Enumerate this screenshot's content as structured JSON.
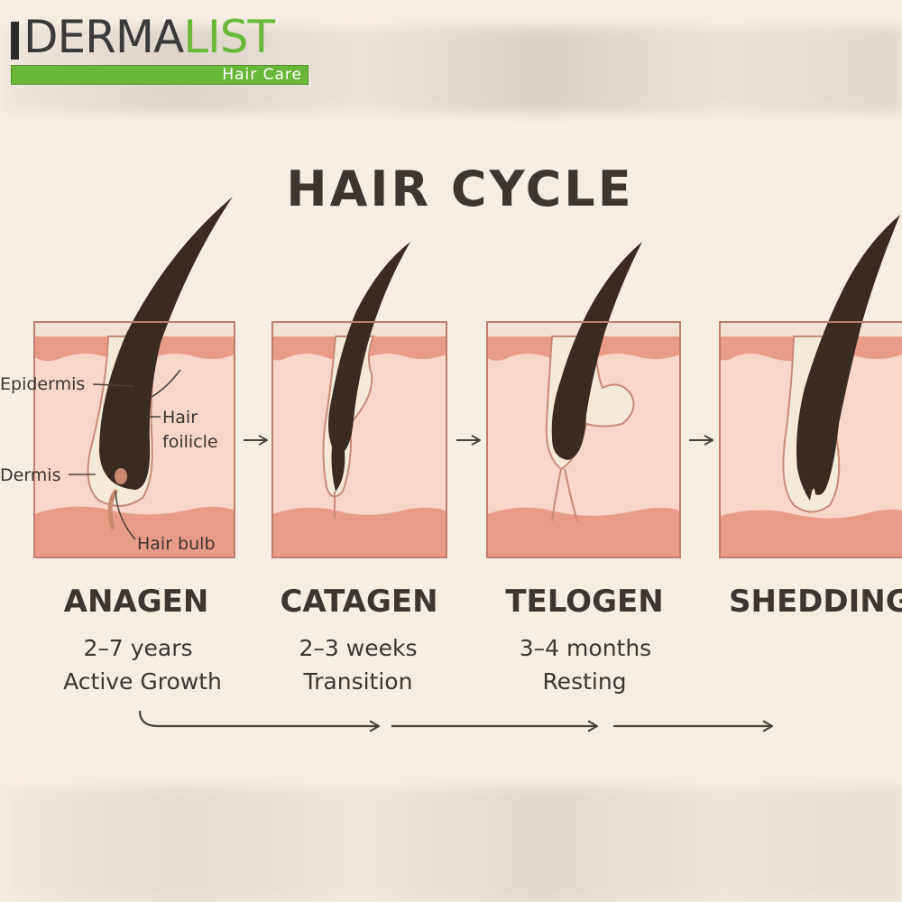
{
  "brand": {
    "logo_main": "DERMA",
    "logo_accent": "LIST",
    "logo_sub": "Hair Care"
  },
  "diagram": {
    "title": "HAIR CYCLE",
    "labels": {
      "epidermis": "Epidermis",
      "hair_follicle_line1": "Hair",
      "hair_follicle_line2": "foilicle",
      "dermis": "Dermis",
      "hair_bulb": "Hair bulb"
    },
    "stages": [
      {
        "name": "ANAGEN",
        "duration": "2–7 years",
        "description": "Active Growth"
      },
      {
        "name": "CATAGEN",
        "duration": "2–3 weeks",
        "description": "Transition"
      },
      {
        "name": "TELOGEN",
        "duration": "3–4 months",
        "description": "Resting"
      },
      {
        "name": "SHEDDING",
        "duration": "",
        "description": ""
      }
    ],
    "colors": {
      "background": "#f6ede3",
      "skin_dark": "#e89c88",
      "skin_light": "#f8d6c8",
      "hair": "#3b2a22",
      "follicle": "#f5ead8",
      "text": "#3d3530",
      "logo_green": "#6ab83a"
    }
  }
}
